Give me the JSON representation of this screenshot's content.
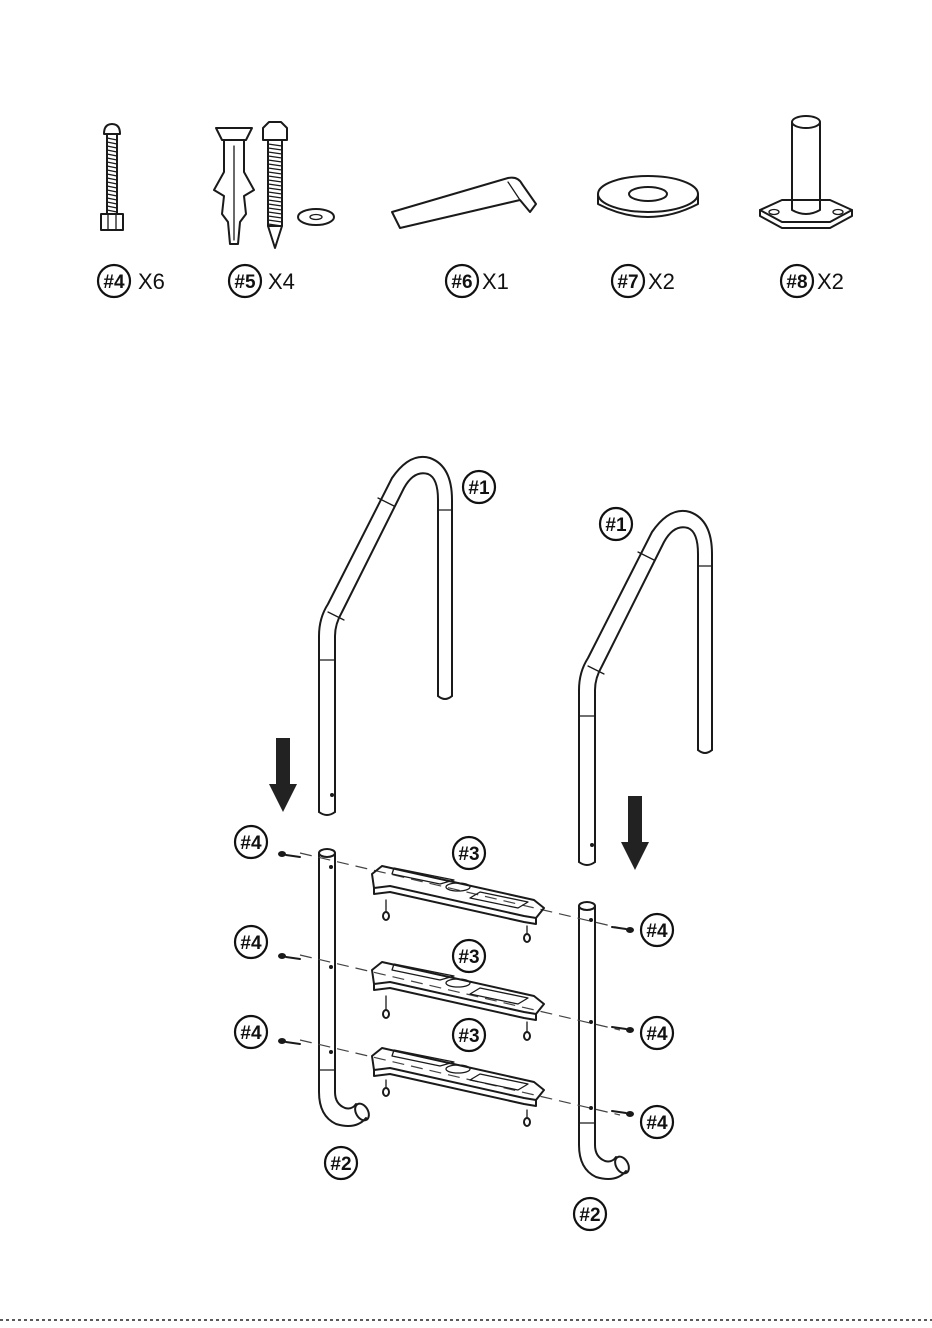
{
  "parts": [
    {
      "id": "#4",
      "qty": "X6",
      "icon": "bolt-with-nut-icon"
    },
    {
      "id": "#5",
      "qty": "X4",
      "icon": "anchor-screw-washer-icon"
    },
    {
      "id": "#6",
      "qty": "X1",
      "icon": "hex-key-icon"
    },
    {
      "id": "#7",
      "qty": "X2",
      "icon": "escutcheon-plate-icon"
    },
    {
      "id": "#8",
      "qty": "X2",
      "icon": "anchor-socket-icon"
    }
  ],
  "labels": {
    "handrail": "#1",
    "lower_tube": "#2",
    "step": "#3",
    "bolt": "#4"
  },
  "colors": {
    "line": "#1a1a1a",
    "background": "#ffffff"
  }
}
